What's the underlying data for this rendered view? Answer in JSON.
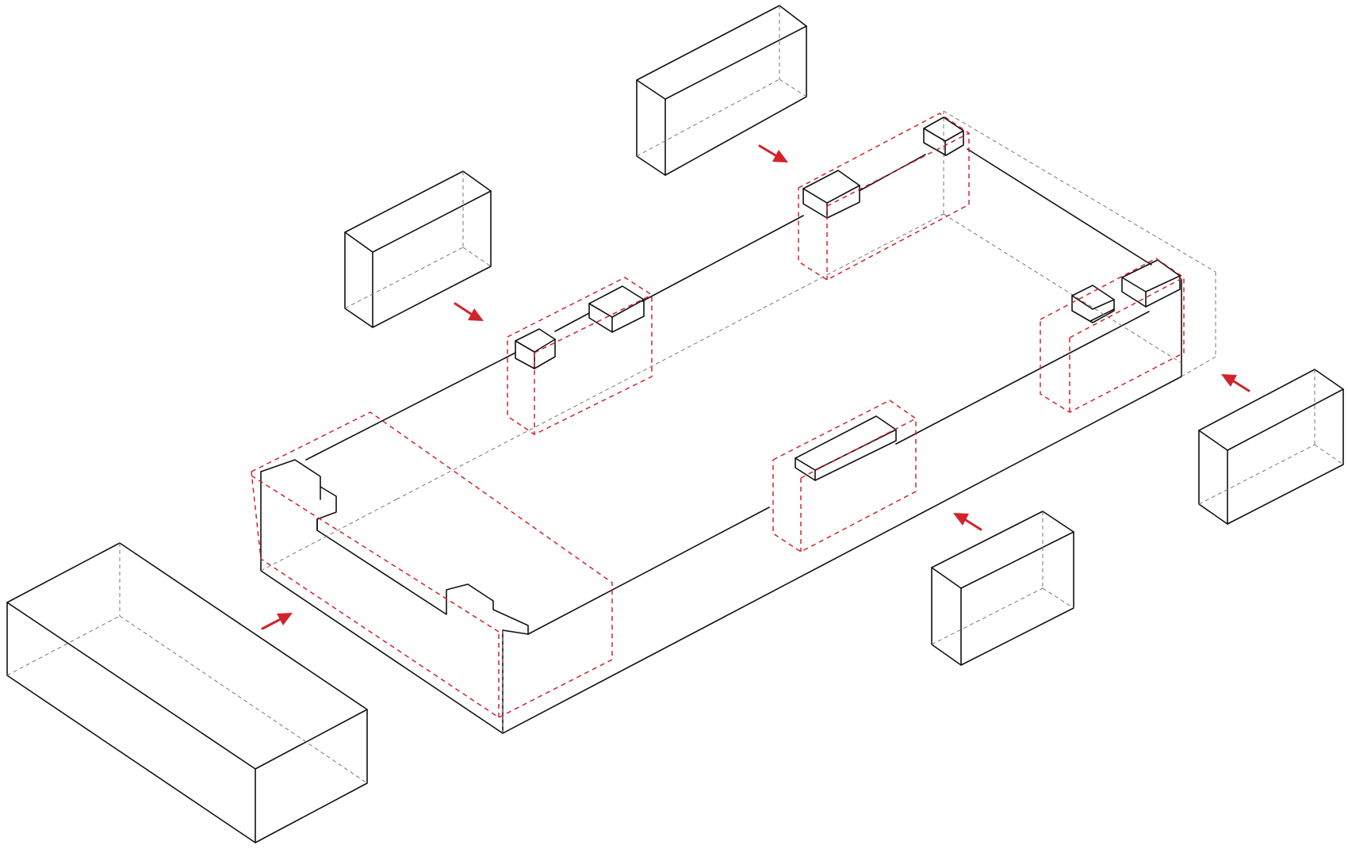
{
  "diagram": {
    "type": "axonometric massing diagram",
    "colors": {
      "outline": "#111111",
      "hidden_lines": "#777777",
      "accent": "#d2232a",
      "background": "#ffffff"
    },
    "elements": {
      "detached_blocks": 6,
      "insertion_arrows": 6,
      "dashed_red_zones": 6
    }
  }
}
